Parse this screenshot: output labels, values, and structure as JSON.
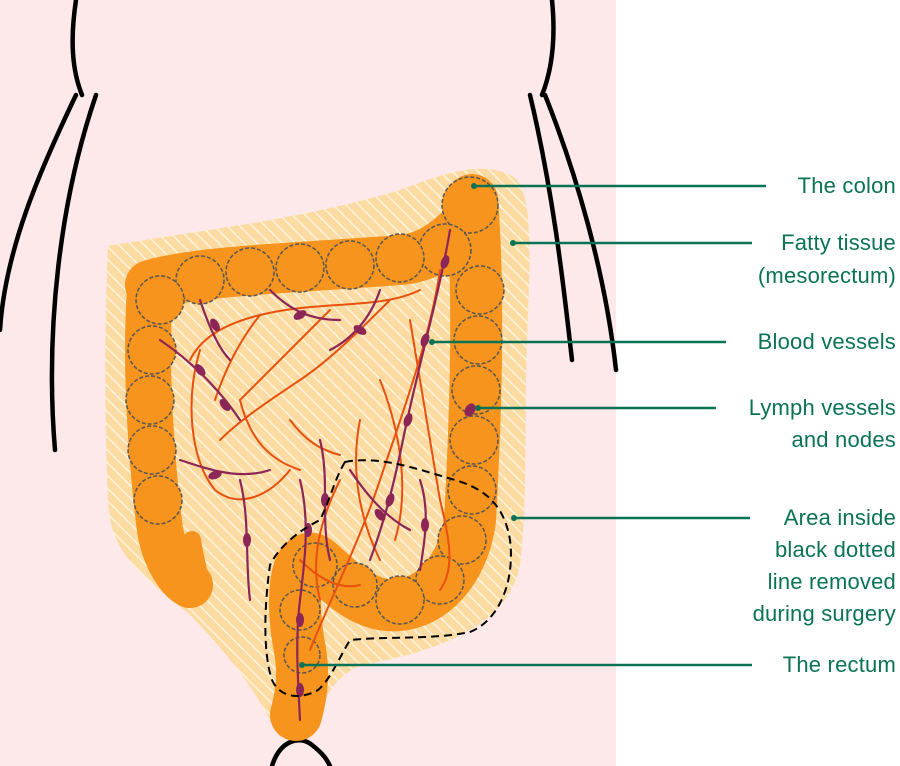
{
  "labels": {
    "colon": "The colon",
    "fatty_1": "Fatty tissue",
    "fatty_2": "(mesorectum)",
    "blood": "Blood vessels",
    "lymph_1": "Lymph vessels",
    "lymph_2": "and nodes",
    "area_1": "Area inside",
    "area_2": "black dotted",
    "area_3": "line removed",
    "area_4": "during surgery",
    "rectum": "The rectum"
  },
  "colors": {
    "skin": "#fde9e9",
    "colon": "#f7941d",
    "fat": "#fcd79a",
    "blood_vessel": "#e9500e",
    "lymph_vessel": "#8b2656",
    "leader_line": "#0b7355",
    "outline": "#000000"
  }
}
